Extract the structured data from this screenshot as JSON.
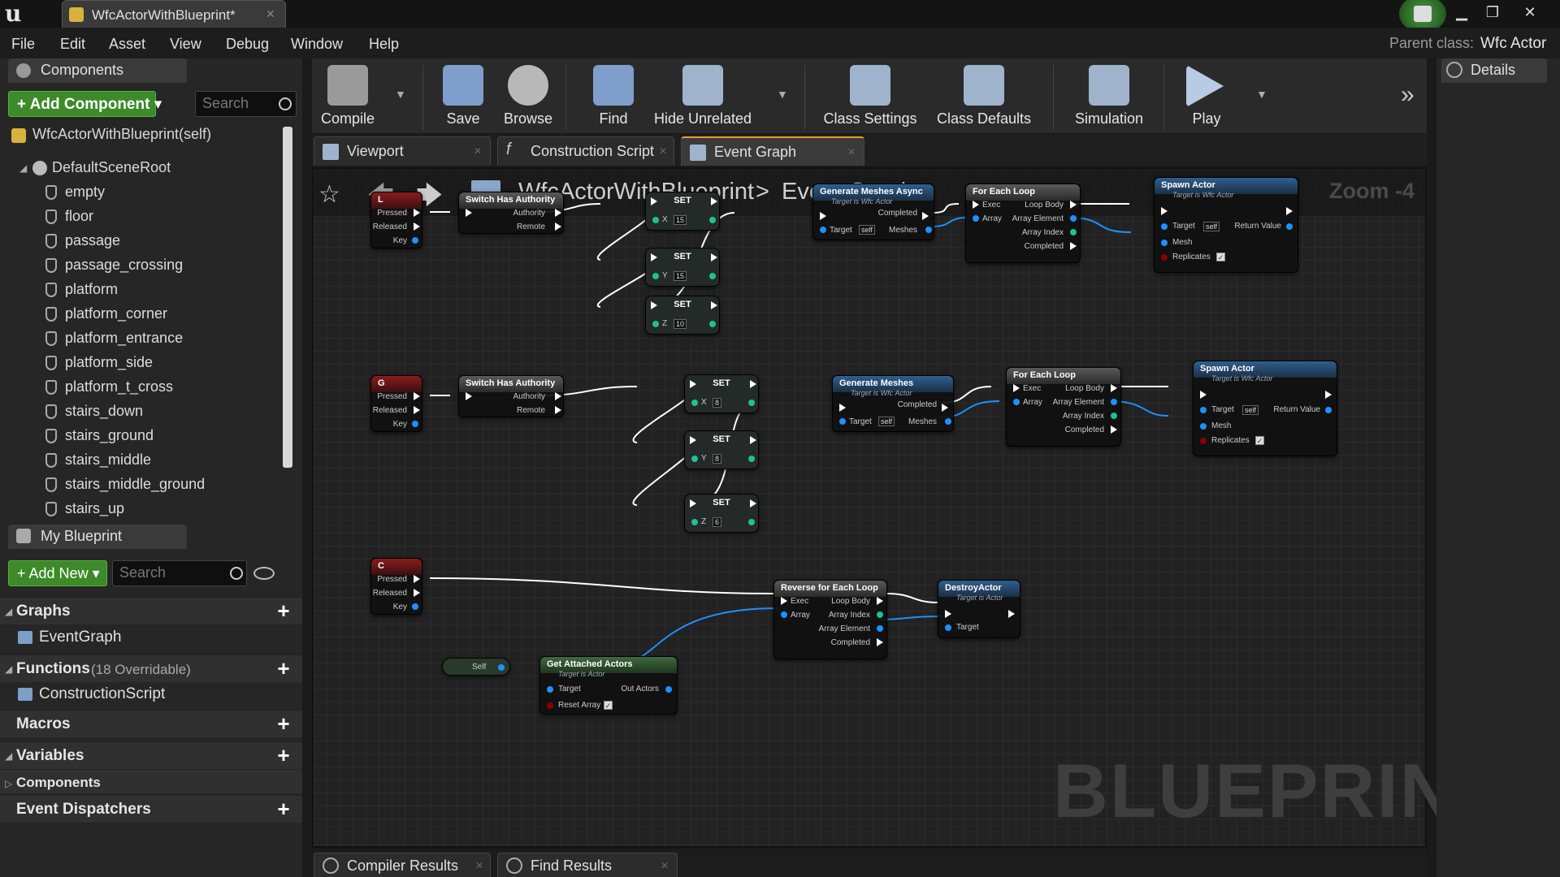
{
  "window": {
    "tab_title": "WfcActorWithBlueprint*",
    "parent_class_label": "Parent class:",
    "parent_class_value": "Wfc Actor"
  },
  "menu": [
    "File",
    "Edit",
    "Asset",
    "View",
    "Debug",
    "Window",
    "Help"
  ],
  "components": {
    "header": "Components",
    "add_button": "Add Component",
    "search_placeholder": "Search",
    "self_item": "WfcActorWithBlueprint(self)",
    "root": "DefaultSceneRoot",
    "children": [
      "empty",
      "floor",
      "passage",
      "passage_crossing",
      "platform",
      "platform_corner",
      "platform_entrance",
      "platform_side",
      "platform_t_cross",
      "stairs_down",
      "stairs_ground",
      "stairs_middle",
      "stairs_middle_ground",
      "stairs_up"
    ]
  },
  "my_blueprint": {
    "header": "My Blueprint",
    "add_button": "Add New",
    "search_placeholder": "Search",
    "graphs": "Graphs",
    "graph_items": [
      "EventGraph"
    ],
    "functions": "Functions",
    "functions_note": "(18 Overridable)",
    "function_items": [
      "ConstructionScript"
    ],
    "macros": "Macros",
    "variables": "Variables",
    "components": "Components",
    "event_dispatchers": "Event Dispatchers"
  },
  "toolbar": [
    "Compile",
    "Save",
    "Browse",
    "Find",
    "Hide Unrelated",
    "Class Settings",
    "Class Defaults",
    "Simulation",
    "Play"
  ],
  "graph_tabs": [
    "Viewport",
    "Construction Script",
    "Event Graph"
  ],
  "breadcrumb": {
    "asset": "WfcActorWithBlueprint",
    "separator": ">",
    "graph": "Event Graph",
    "zoom": "Zoom -4"
  },
  "watermark": "BLUEPRINT",
  "details": {
    "header": "Details"
  },
  "bottom_tabs": [
    "Compiler Results",
    "Find Results"
  ],
  "nodes": {
    "key_l": "L",
    "key_g": "G",
    "key_c": "C",
    "pressed": "Pressed",
    "released": "Released",
    "key": "Key",
    "switch": "Switch Has Authority",
    "authority": "Authority",
    "remote": "Remote",
    "set": "SET",
    "x": "X",
    "y": "Y",
    "z": "Z",
    "set1_values": [
      "15",
      "15",
      "10"
    ],
    "set2_values": [
      "8",
      "8",
      "6"
    ],
    "gen_async": "Generate Meshes Async",
    "gen": "Generate Meshes",
    "target_wfc": "Target is Wfc Actor",
    "completed": "Completed",
    "target": "Target",
    "self": "self",
    "meshes": "Meshes",
    "foreach": "For Each Loop",
    "exec": "Exec",
    "array": "Array",
    "loop_body": "Loop Body",
    "array_element": "Array Element",
    "array_index": "Array Index",
    "spawn": "Spawn Actor",
    "return_value": "Return Value",
    "mesh": "Mesh",
    "replicates": "Replicates",
    "reverse": "Reverse for Each Loop",
    "destroy": "DestroyActor",
    "target_actor": "Target is Actor",
    "get_attached": "Get Attached Actors",
    "out_actors": "Out Actors",
    "reset_array": "Reset Array",
    "self_node": "Self"
  },
  "colors": {
    "accent_green": "#3c8a2a",
    "exec": "#ffffff",
    "object_pin": "#1e90ff",
    "int_pin": "#20c090",
    "bool_pin": "#8b0000"
  }
}
